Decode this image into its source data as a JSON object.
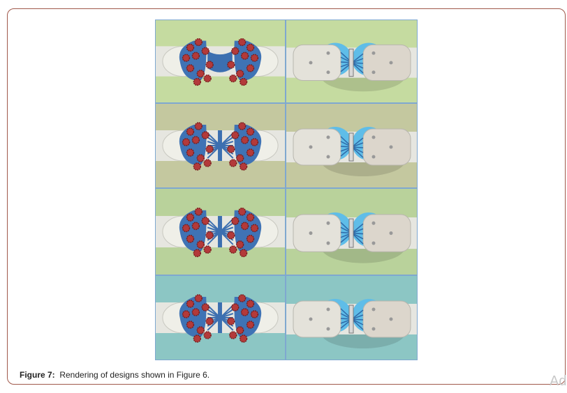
{
  "figure": {
    "label": "Figure 7:",
    "caption": "Rendering of designs shown in Figure 6.",
    "rows": [
      {
        "background": "#c5dba0"
      },
      {
        "background": "#c4c89f"
      },
      {
        "background": "#b9d29b"
      },
      {
        "background": "#8cc6c4"
      }
    ]
  },
  "ad_label": "Ad"
}
